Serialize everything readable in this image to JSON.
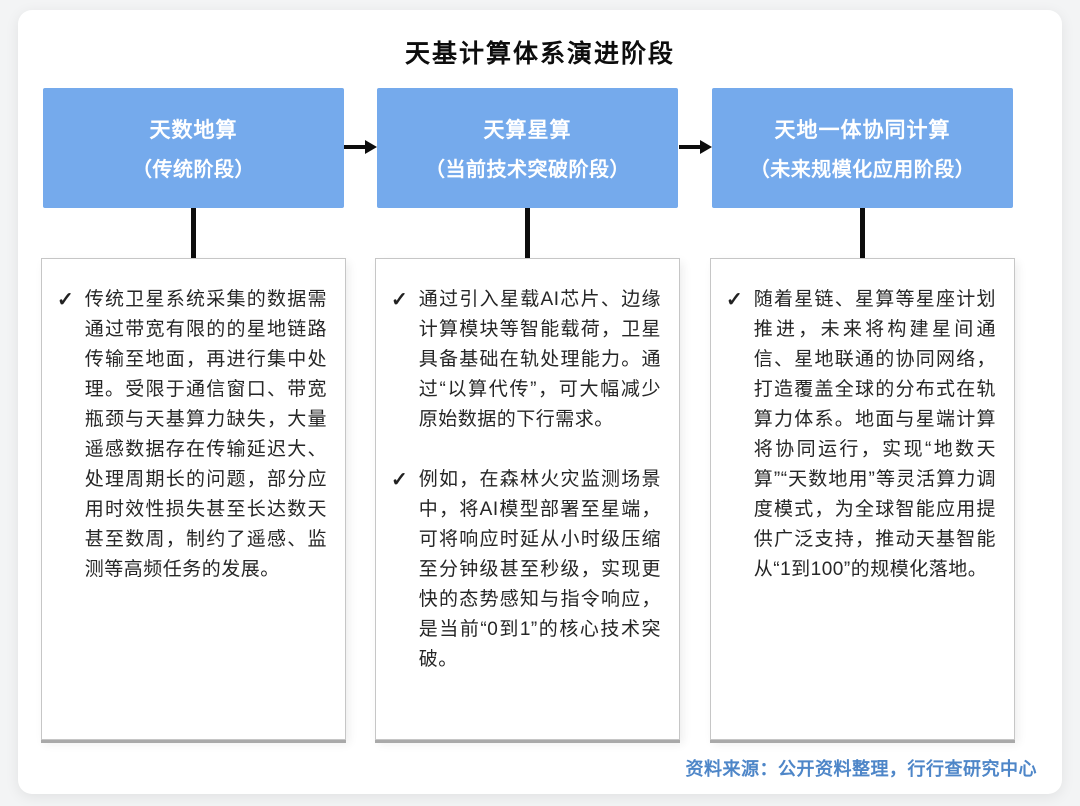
{
  "title": "天基计算体系演进阶段",
  "icons": {
    "check": "✓"
  },
  "colors": {
    "stage_fill": "#75AAEC",
    "stage_text": "#FFFFFF",
    "connector_black": "#0D0D0D",
    "detail_border": "#C6C6C6",
    "source_text": "#4E86C8"
  },
  "stages": [
    {
      "header_line1": "天数地算",
      "header_line2": "（传统阶段）",
      "bullets": [
        "传统卫星系统采集的数据需通过带宽有限的的星地链路传输至地面，再进行集中处理。受限于通信窗口、带宽瓶颈与天基算力缺失，大量遥感数据存在传输延迟大、处理周期长的问题，部分应用时效性损失甚至长达数天甚至数周，制约了遥感、监测等高频任务的发展。"
      ]
    },
    {
      "header_line1": "天算星算",
      "header_line2": "（当前技术突破阶段）",
      "bullets": [
        "通过引入星载AI芯片、边缘计算模块等智能载荷，卫星具备基础在轨处理能力。通过“以算代传”，可大幅减少原始数据的下行需求。",
        "例如，在森林火灾监测场景中，将AI模型部署至星端，可将响应时延从小时级压缩至分钟级甚至秒级，实现更快的态势感知与指令响应，是当前“0到1”的核心技术突破。"
      ]
    },
    {
      "header_line1": "天地一体协同计算",
      "header_line2": "（未来规模化应用阶段）",
      "bullets": [
        "随着星链、星算等星座计划推进，未来将构建星间通信、星地联通的协同网络，打造覆盖全球的分布式在轨算力体系。地面与星端计算将协同运行，实现“地数天算”“天数地用”等灵活算力调度模式，为全球智能应用提供广泛支持，推动天基智能从“1到100”的规模化落地。"
      ]
    }
  ],
  "footer": {
    "source": "资料来源：公开资料整理，行行查研究中心"
  }
}
